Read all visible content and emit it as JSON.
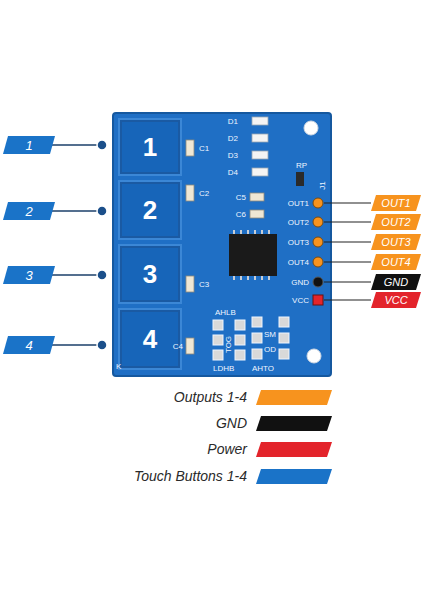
{
  "diagram": {
    "nodes": [
      {
        "text": [
          "1"
        ]
      },
      {
        "text": [
          "1"
        ]
      },
      {
        "text": [
          "2"
        ]
      },
      {
        "text": [
          "2"
        ]
      },
      {
        "text": [
          "3"
        ]
      },
      {
        "text": [
          "3"
        ]
      },
      {
        "text": [
          "4"
        ]
      },
      {
        "text": [
          "4"
        ]
      },
      {
        "text": [
          "OUT1"
        ]
      },
      {
        "text": [
          "OUT2"
        ]
      },
      {
        "text": [
          "OUT3"
        ]
      },
      {
        "text": [
          "OUT4"
        ]
      },
      {
        "text": [
          "GND"
        ]
      },
      {
        "text": [
          "VCC"
        ]
      }
    ],
    "edges": [
      {
        "from": 0,
        "to": 1,
        "arrow": "none"
      },
      {
        "from": 2,
        "to": 3,
        "arrow": "none"
      },
      {
        "from": 4,
        "to": 5,
        "arrow": "none"
      },
      {
        "from": 6,
        "to": 7,
        "arrow": "none"
      }
    ],
    "labels": [
      "D1",
      "D2",
      "D3",
      "D4",
      "RP",
      "J1",
      "C1",
      "C2",
      "C5",
      "C6",
      "OUT1",
      "OUT2",
      "OUT3",
      "OUT4",
      "GND",
      "VCC",
      "C3",
      "C4",
      "AHLB",
      "TOG",
      "SM",
      "OD",
      "LDHB",
      "AHTO",
      "K"
    ],
    "legend": [
      {
        "text": "Outputs 1-4",
        "color": "#f7931e"
      },
      {
        "text": "GND",
        "color": "#111111"
      },
      {
        "text": "Power",
        "color": "#e3242b"
      },
      {
        "text": "Touch Buttons 1-4",
        "color": "#1a73c8"
      }
    ]
  }
}
